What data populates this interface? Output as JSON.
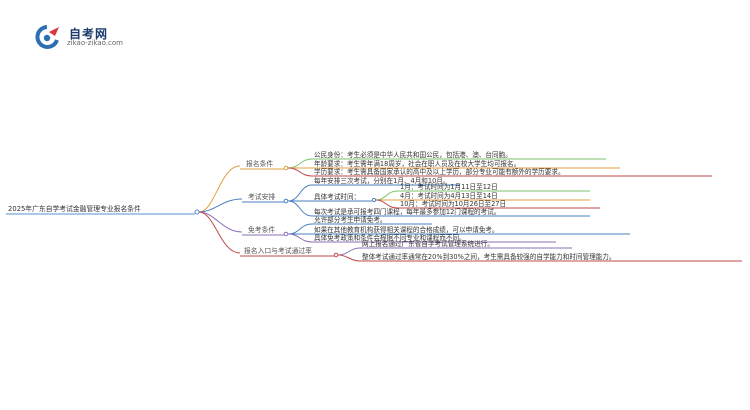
{
  "logo": {
    "title": "自考网",
    "subtitle": "zikao-zikao.com",
    "colors": {
      "mark_blue": "#2d6fb3",
      "mark_red": "#d9363e"
    }
  },
  "mindmap": {
    "root": "2025年广东自学考试金融管理专业报名条件",
    "branches": [
      {
        "label": "报名条件",
        "color": "#e0a040",
        "items": [
          "公民身份：考生必须是中华人民共和国公民，包括港、澳、台同胞。",
          "年龄要求：考生需年满18周岁，社会在职人员及在校大学生均可报名。",
          "学历要求：考生需具备国家承认的高中及以上学历，部分专业可能有额外的学历要求。"
        ]
      },
      {
        "label": "考试安排",
        "color": "#4a7fc1",
        "items": [
          "每年安排三次考试，分别在1月、4月和10月。",
          "具体考试时间："
        ],
        "sub_items": [
          "1月：考试时间为1月11日至12日",
          "4月：考试时间为4月13日至14日",
          "10月：考试时间为10月26日至27日"
        ],
        "after_items": [
          "每次考试是承可报考四门课程，每年最多参加12门课程的考试。"
        ]
      },
      {
        "label": "免考条件",
        "color": "#8a6fb8",
        "items": [
          "允许部分考生申请免考。",
          "如果在其他教育机构获得相关课程的合格成绩，可以申请免考。",
          "具体免考政策和条件会根据不同专业和课程而不同。"
        ]
      },
      {
        "label": "报名入口与考试通过率",
        "color": "#c24a4a",
        "items": [
          "网上报名通过广东省自学考试管理系统进行。",
          "整体考试通过率通常在20%到30%之间，考生需具备较强的自学能力和时间管理能力。"
        ]
      }
    ]
  }
}
